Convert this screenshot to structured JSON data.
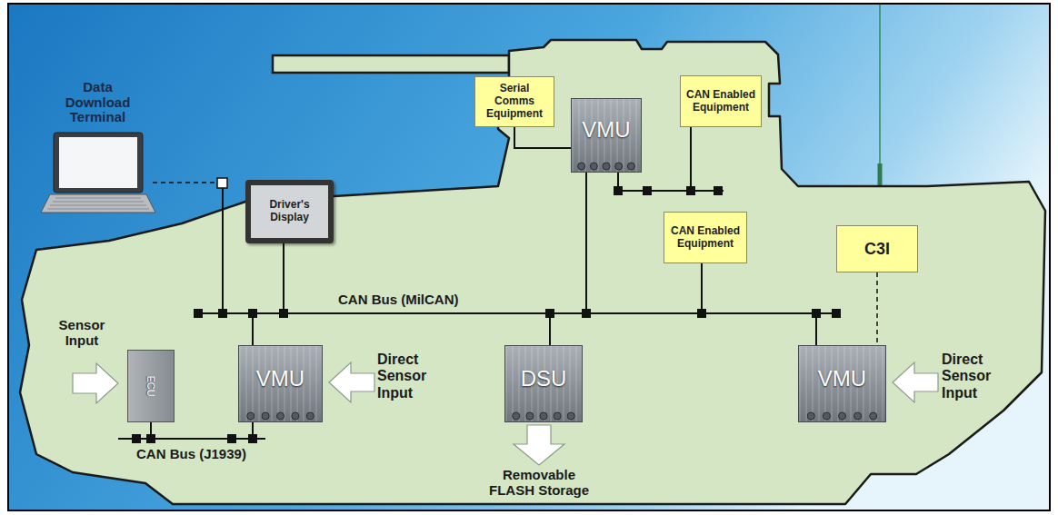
{
  "diagram": {
    "nodes": [
      {
        "text": [
          "Data Download Terminal"
        ]
      },
      {
        "text": [
          "Serial Comms Equipment"
        ]
      },
      {
        "text": [
          "VMU"
        ]
      },
      {
        "text": [
          "CAN Enabled Equipment"
        ]
      },
      {
        "text": [
          "Driver's Display"
        ]
      },
      {
        "text": [
          "CAN Enabled Equipment"
        ]
      },
      {
        "text": [
          "C3I"
        ]
      },
      {
        "text": [
          "ECU"
        ]
      },
      {
        "text": [
          "VMU"
        ]
      },
      {
        "text": [
          "DSU"
        ]
      },
      {
        "text": [
          "VMU"
        ]
      }
    ],
    "edges": [
      {
        "from": 1,
        "to": 2,
        "arrow": "none"
      },
      {
        "from": 3,
        "to": 2,
        "arrow": "none"
      },
      {
        "from": 6,
        "to": 10,
        "arrow": "none"
      },
      {
        "from": 7,
        "to": 8,
        "arrow": "none"
      }
    ],
    "labels": [
      "CAN Bus (MilCAN)",
      "Sensor Input",
      "Direct Sensor Input",
      "Direct Sensor Input",
      "CAN Bus (J1939)",
      "Removable FLASH Storage"
    ]
  }
}
